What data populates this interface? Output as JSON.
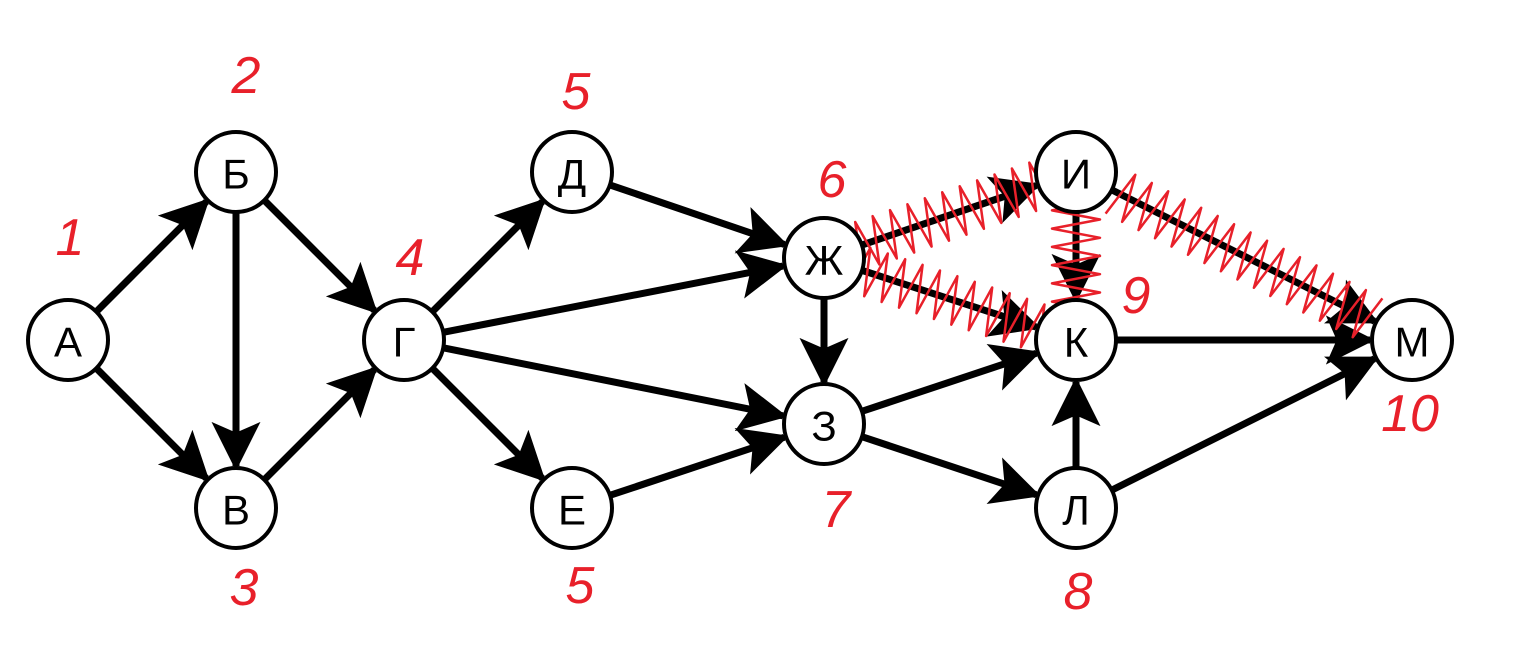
{
  "colors": {
    "ink": "#000000",
    "annotation": "#e8202a",
    "background": "#ffffff"
  },
  "nodes": [
    {
      "id": "A",
      "label": "А"
    },
    {
      "id": "B",
      "label": "Б"
    },
    {
      "id": "V",
      "label": "В"
    },
    {
      "id": "G",
      "label": "Г"
    },
    {
      "id": "D",
      "label": "Д"
    },
    {
      "id": "E",
      "label": "Е"
    },
    {
      "id": "ZH",
      "label": "Ж"
    },
    {
      "id": "Z",
      "label": "З"
    },
    {
      "id": "I",
      "label": "И"
    },
    {
      "id": "K",
      "label": "К"
    },
    {
      "id": "L",
      "label": "Л"
    },
    {
      "id": "M",
      "label": "М"
    }
  ],
  "edges": [
    {
      "from": "A",
      "to": "B"
    },
    {
      "from": "A",
      "to": "V"
    },
    {
      "from": "B",
      "to": "V"
    },
    {
      "from": "B",
      "to": "G"
    },
    {
      "from": "V",
      "to": "G"
    },
    {
      "from": "G",
      "to": "D"
    },
    {
      "from": "G",
      "to": "ZH"
    },
    {
      "from": "G",
      "to": "Z"
    },
    {
      "from": "G",
      "to": "E"
    },
    {
      "from": "D",
      "to": "ZH"
    },
    {
      "from": "E",
      "to": "Z"
    },
    {
      "from": "ZH",
      "to": "Z"
    },
    {
      "from": "ZH",
      "to": "I",
      "crossed_out": true
    },
    {
      "from": "ZH",
      "to": "K",
      "crossed_out": true
    },
    {
      "from": "I",
      "to": "K",
      "crossed_out": true
    },
    {
      "from": "I",
      "to": "M",
      "crossed_out": true
    },
    {
      "from": "Z",
      "to": "K"
    },
    {
      "from": "Z",
      "to": "L"
    },
    {
      "from": "L",
      "to": "K"
    },
    {
      "from": "K",
      "to": "M"
    },
    {
      "from": "L",
      "to": "M"
    }
  ],
  "annotations": [
    {
      "node": "A",
      "text": "1"
    },
    {
      "node": "B",
      "text": "2"
    },
    {
      "node": "V",
      "text": "3"
    },
    {
      "node": "G",
      "text": "4"
    },
    {
      "node": "D",
      "text": "5"
    },
    {
      "node": "E",
      "text": "5"
    },
    {
      "node": "ZH",
      "text": "6"
    },
    {
      "node": "Z",
      "text": "7"
    },
    {
      "node": "L",
      "text": "8"
    },
    {
      "node": "K",
      "text": "9"
    },
    {
      "node": "M",
      "text": "10"
    }
  ]
}
